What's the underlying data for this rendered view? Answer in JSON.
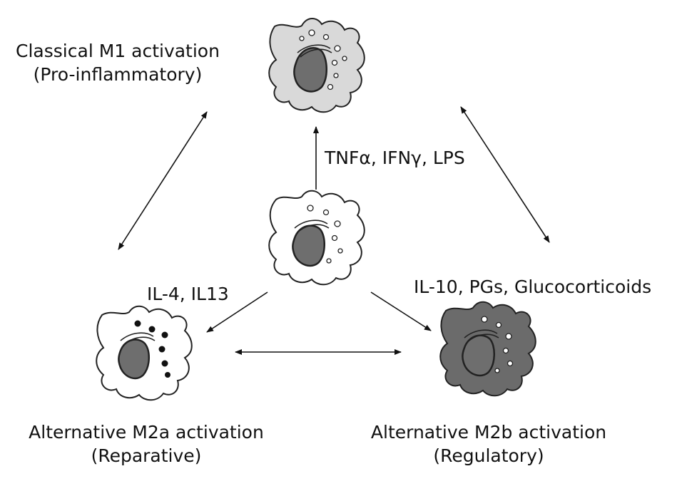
{
  "nodes": {
    "m1": {
      "title": "Classical M1 activation",
      "subtitle": "(Pro-inflammatory)"
    },
    "m2a": {
      "title": "Alternative M2a activation",
      "subtitle": "(Reparative)"
    },
    "m2b": {
      "title": "Alternative M2b activation",
      "subtitle": "(Regulatory)"
    }
  },
  "stimuli": {
    "to_m1": "TNFα, IFNγ, LPS",
    "to_m2a": "IL-4, IL13",
    "to_m2b": "IL-10, PGs, Glucocorticoids"
  },
  "colors": {
    "m1_cell": "#d9d9d9",
    "resting_cell": "#ffffff",
    "m2a_cell": "#ffffff",
    "m2b_cell": "#6b6b6b",
    "nucleus": "#6e6e6e",
    "granule_m2a": "#111111",
    "outline": "#222222"
  }
}
